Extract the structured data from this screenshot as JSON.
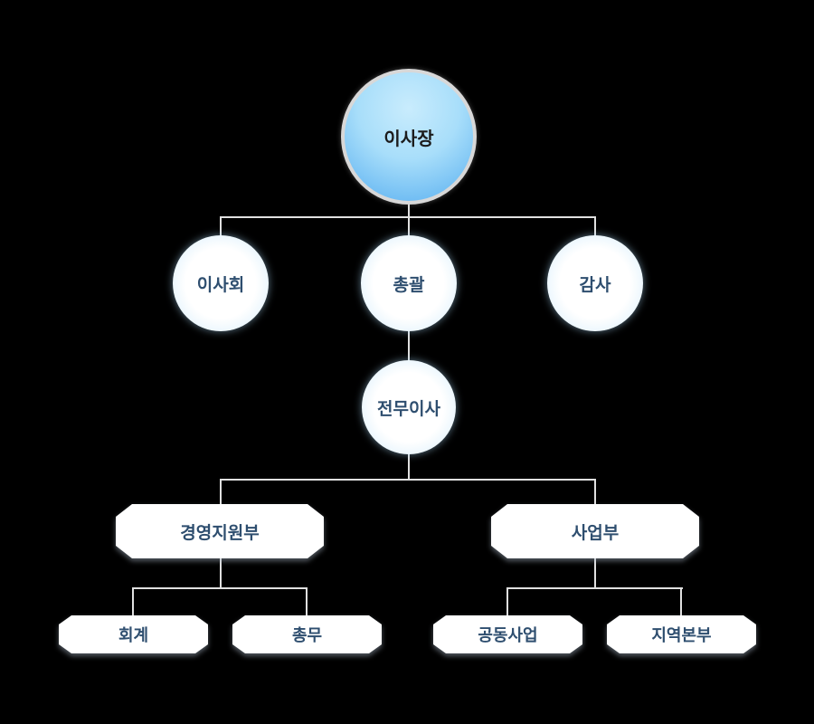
{
  "org": {
    "root": {
      "label": "이사장"
    },
    "row2": [
      {
        "label": "이사회"
      },
      {
        "label": "총괄"
      },
      {
        "label": "감사"
      }
    ],
    "row3": {
      "label": "전무이사"
    },
    "row4": [
      {
        "label": "경영지원부"
      },
      {
        "label": "사업부"
      }
    ],
    "row5": [
      {
        "label": "회계"
      },
      {
        "label": "총무"
      },
      {
        "label": "공동사업"
      },
      {
        "label": "지역본부"
      }
    ],
    "hierarchy": {
      "이사장": {
        "children": [
          "이사회",
          "총괄",
          "감사"
        ],
        "총괄": {
          "children": [
            "전무이사"
          ],
          "전무이사": {
            "children": [
              "경영지원부",
              "사업부"
            ],
            "경영지원부": {
              "children": [
                "회계",
                "총무"
              ]
            },
            "사업부": {
              "children": [
                "공동사업",
                "지역본부"
              ]
            }
          }
        }
      }
    }
  },
  "colors": {
    "background": "#000000",
    "connector": "#E0E0E0",
    "node_fill": "#FFFFFF",
    "node_text": "#2E4E6F",
    "root_text": "#1C1C1C",
    "root_circle_light": "#C9ECFD",
    "root_circle_mid": "#A8DEFA",
    "root_circle_dark": "#57AEF0",
    "root_circle_ring": "#D8D8D8",
    "sub_circle_edge": "#C3E6FA"
  }
}
